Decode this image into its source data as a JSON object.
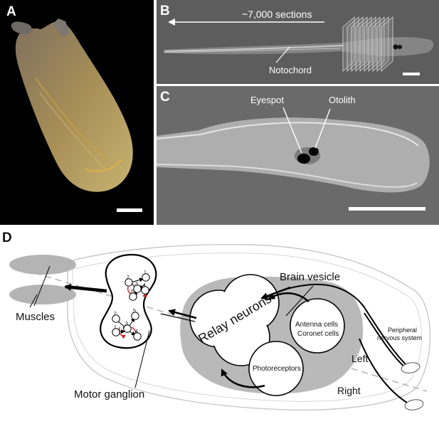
{
  "panels": {
    "a": {
      "letter": "A"
    },
    "b": {
      "letter": "B",
      "sections_label": "~7,000 sections",
      "notochord_label": "Notochord"
    },
    "c": {
      "letter": "C",
      "eyespot_label": "Eyespot",
      "otolith_label": "Otolith"
    },
    "d": {
      "letter": "D",
      "muscles": "Muscles",
      "motor_ganglion": "Motor ganglion",
      "relay_neurons": "Relay neurons",
      "brain_vesicle": "Brain vesicle",
      "antenna_cells": "Antenna cells",
      "coronet_cells": "Coronet cells",
      "photoreceptors": "Photoreceptors",
      "peripheral_line1": "Peripheral",
      "peripheral_line2": "nervous system",
      "left": "Left",
      "right": "Right",
      "mg_nodes_top": [
        "1",
        "2",
        "3",
        "4",
        "5"
      ],
      "mg_nodes_bottom": [
        "1",
        "2",
        "3",
        "4",
        "5"
      ]
    }
  }
}
